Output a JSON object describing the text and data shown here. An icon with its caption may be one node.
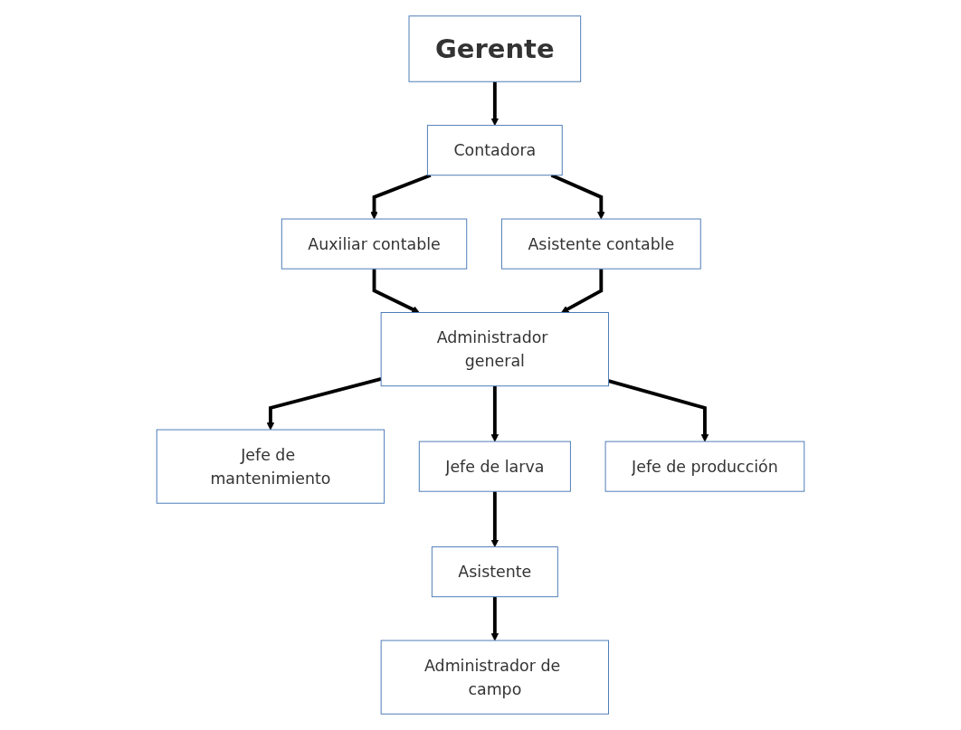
{
  "diagram": {
    "nodes": [
      {
        "text": [
          "Gerente"
        ]
      },
      {
        "text": [
          "Contadora"
        ]
      },
      {
        "text": [
          "Auxiliar contable"
        ]
      },
      {
        "text": [
          "Asistente contable"
        ]
      },
      {
        "text": [
          "Administrador general"
        ]
      },
      {
        "text": [
          "Jefe de mantenimiento"
        ]
      },
      {
        "text": [
          "Jefe de larva"
        ]
      },
      {
        "text": [
          "Jefe de producción"
        ]
      },
      {
        "text": [
          "Asistente"
        ]
      },
      {
        "text": [
          "Administrador de campo"
        ]
      }
    ],
    "edges": [
      {
        "from": 0,
        "to": 1,
        "arrow": "to"
      },
      {
        "from": 1,
        "to": 2,
        "arrow": "to"
      },
      {
        "from": 1,
        "to": 3,
        "arrow": "to"
      },
      {
        "from": 2,
        "to": 4,
        "arrow": "to"
      },
      {
        "from": 3,
        "to": 4,
        "arrow": "to"
      },
      {
        "from": 4,
        "to": 5,
        "arrow": "to"
      },
      {
        "from": 4,
        "to": 6,
        "arrow": "to"
      },
      {
        "from": 4,
        "to": 7,
        "arrow": "to"
      },
      {
        "from": 6,
        "to": 8,
        "arrow": "to"
      },
      {
        "from": 8,
        "to": 9,
        "arrow": "to"
      }
    ]
  }
}
